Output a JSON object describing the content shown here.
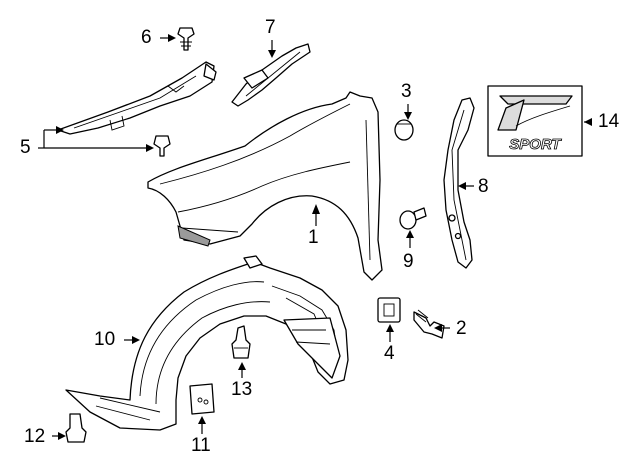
{
  "callouts": [
    {
      "id": "1",
      "label": "1"
    },
    {
      "id": "2",
      "label": "2"
    },
    {
      "id": "3",
      "label": "3"
    },
    {
      "id": "4",
      "label": "4"
    },
    {
      "id": "5",
      "label": "5"
    },
    {
      "id": "6",
      "label": "6"
    },
    {
      "id": "7",
      "label": "7"
    },
    {
      "id": "8",
      "label": "8"
    },
    {
      "id": "9",
      "label": "9"
    },
    {
      "id": "10",
      "label": "10"
    },
    {
      "id": "11",
      "label": "11"
    },
    {
      "id": "12",
      "label": "12"
    },
    {
      "id": "13",
      "label": "13"
    },
    {
      "id": "14",
      "label": "14"
    }
  ],
  "emblem": {
    "wordmark": "SPORT"
  }
}
